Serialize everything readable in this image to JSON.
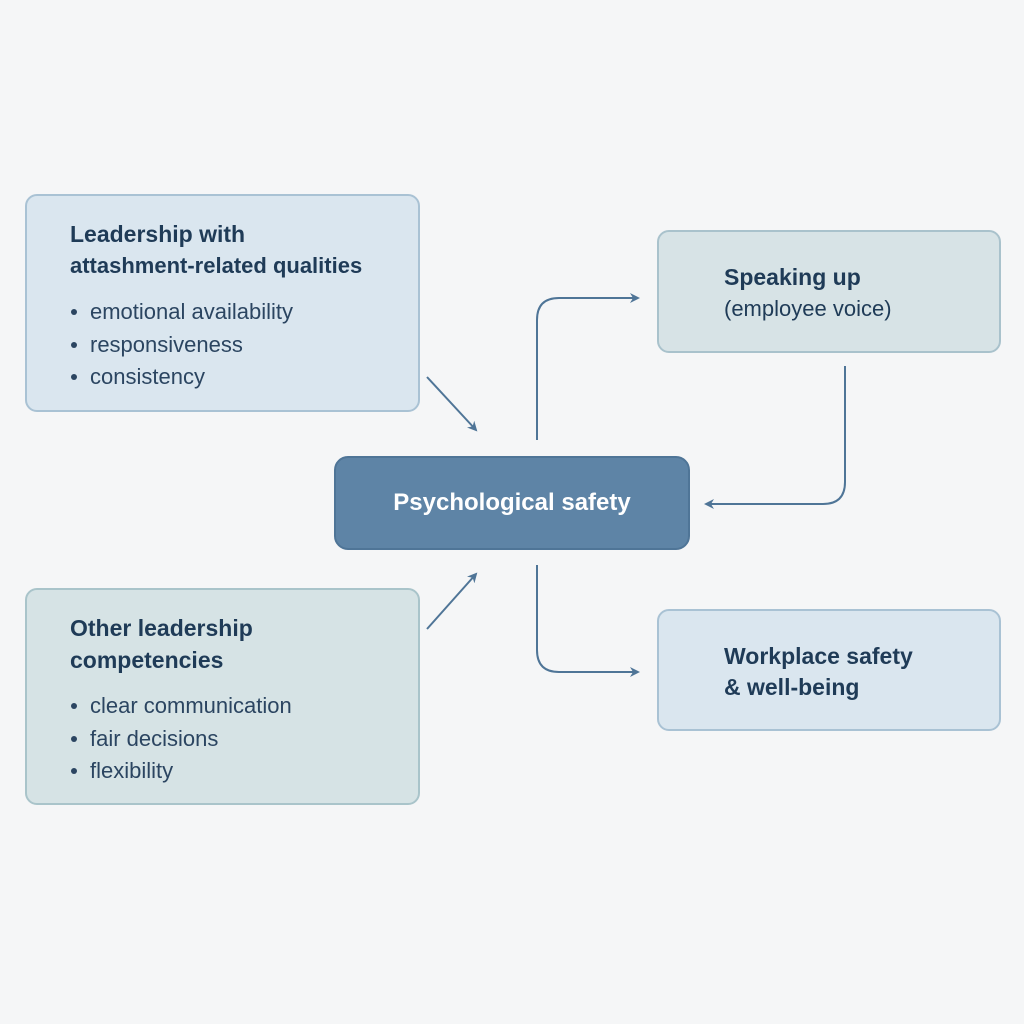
{
  "leadership_attachment": {
    "title_line1": "Leadership with",
    "title_line2": "attashment-related qualities",
    "items": [
      "emotional availability",
      "responsiveness",
      "consistency"
    ]
  },
  "other_competencies": {
    "title_line1": "Other leadership",
    "title_line2": "competencies",
    "items": [
      "clear communication",
      "fair decisions",
      "flexibility"
    ]
  },
  "center": {
    "label": "Psychological safety"
  },
  "speaking_up": {
    "line1": "Speaking up",
    "line2": "(employee voice)"
  },
  "workplace_safety": {
    "line1": "Workplace safety",
    "line2": "& well-being"
  },
  "colors": {
    "background": "#f5f6f7",
    "center_fill": "#5e84a6",
    "text": "#1f3b57",
    "arrow": "#4f7597"
  }
}
